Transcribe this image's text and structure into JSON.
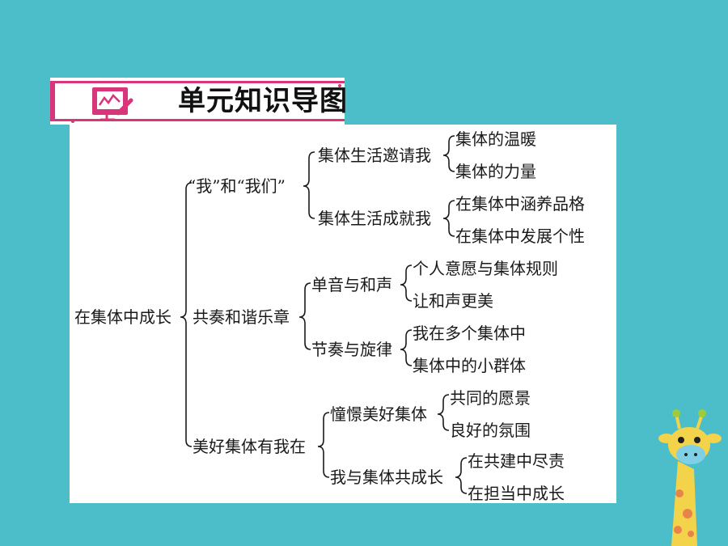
{
  "banner": {
    "title": "单元知识导图"
  },
  "mindmap": {
    "root": "在集体中成长",
    "branches": [
      {
        "label": "“我”和“我们”",
        "children": [
          {
            "label": "集体生活邀请我",
            "children": [
              "集体的温暖",
              "集体的力量"
            ]
          },
          {
            "label": "集体生活成就我",
            "children": [
              "在集体中涵养品格",
              "在集体中发展个性"
            ]
          }
        ]
      },
      {
        "label": "共奏和谐乐章",
        "children": [
          {
            "label": "单音与和声",
            "children": [
              "个人意愿与集体规则",
              "让和声更美"
            ]
          },
          {
            "label": "节奏与旋律",
            "children": [
              "我在多个集体中",
              "集体中的小群体"
            ]
          }
        ]
      },
      {
        "label": "美好集体有我在",
        "children": [
          {
            "label": "憧憬美好集体",
            "children": [
              "共同的愿景",
              "良好的氛围"
            ]
          },
          {
            "label": "我与集体共成长",
            "children": [
              "在共建中尽责",
              "在担当中成长"
            ]
          }
        ]
      }
    ]
  },
  "colors": {
    "background": "#4bbec9",
    "banner_accent": "#d8357a",
    "text": "#1a1a1a",
    "panel": "#ffffff"
  },
  "icons": [
    "mindmap-icon",
    "giraffe-mascot-icon"
  ]
}
